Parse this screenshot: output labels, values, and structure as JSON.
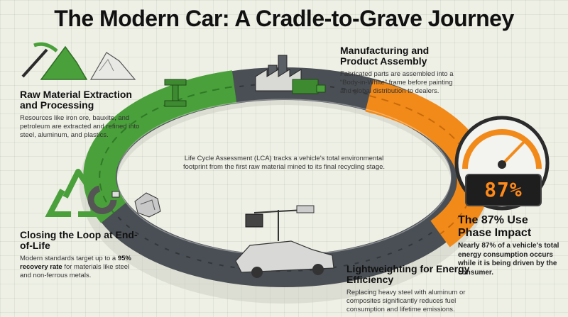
{
  "title": "The Modern Car: A Cradle-to-Grave Journey",
  "center_text": "Life Cycle Assessment (LCA) tracks a vehicle's total environmental footprint from the first raw material mined to its final recycling stage.",
  "stages": {
    "raw": {
      "title": "Raw Material Extraction and Processing",
      "desc": "Resources like iron ore, bauxite, and petroleum are extracted and refined into steel, aluminum, and plastics."
    },
    "manufacturing": {
      "title": "Manufacturing and Product Assembly",
      "desc": "Fabricated parts are assembled into a “Body-in-White” frame before painting and global distribution to dealers."
    },
    "use_phase": {
      "title": "The 87% Use Phase Impact",
      "desc": "Nearly 87% of a vehicle's total energy consumption occurs while it is being driven by the consumer.",
      "gauge_value": "87%",
      "gauge_level_percent": 87
    },
    "lightweighting": {
      "title": "Lightweighting for Energy Efficiency",
      "desc": "Replacing heavy steel with aluminum or composites significantly reduces fuel consumption and lifetime emissions."
    },
    "end_of_life": {
      "title": "Closing the Loop at End-of-Life",
      "desc_pre": "Modern standards target up to a ",
      "desc_highlight": "95% recovery rate",
      "desc_post": " for materials like steel and non-ferrous metals."
    }
  },
  "colors": {
    "green": "#4aa03a",
    "orange": "#f28a1a",
    "gray": "#4a4f55",
    "background": "#eef0e6"
  }
}
